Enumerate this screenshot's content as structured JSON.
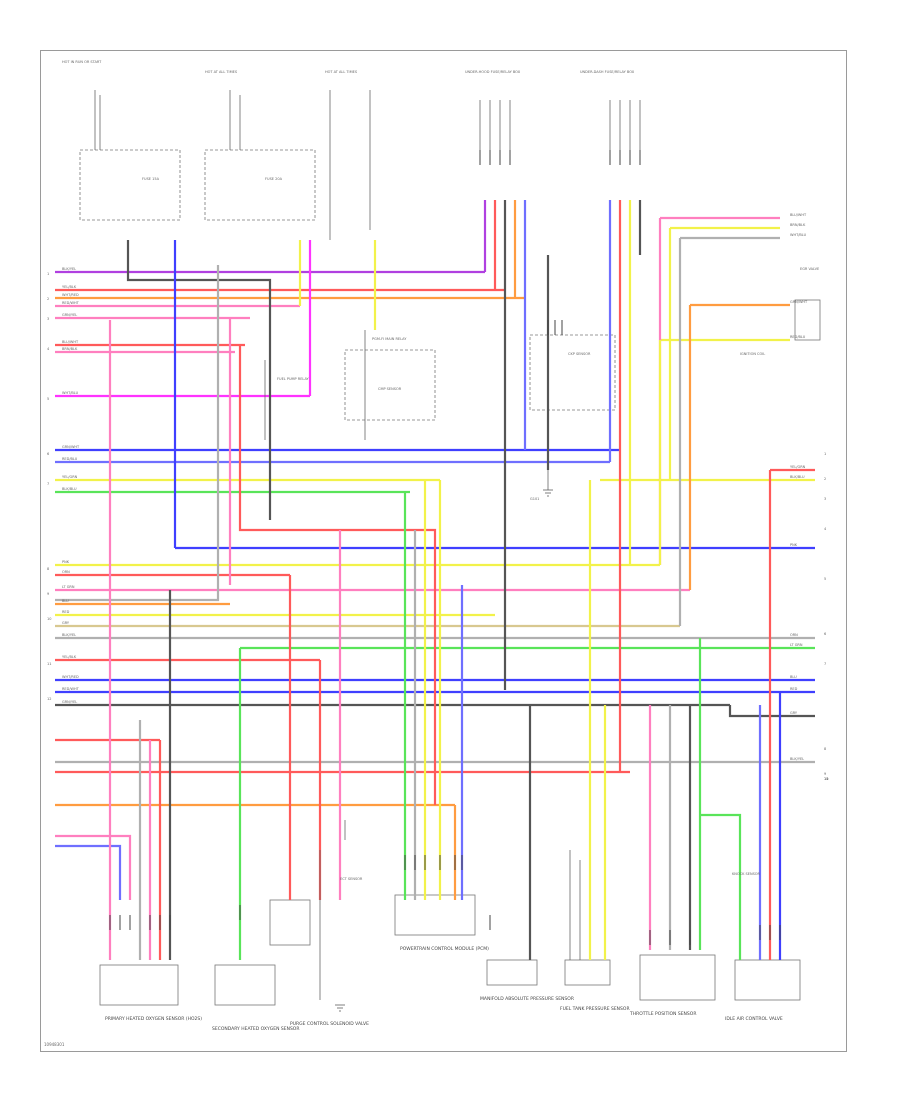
{
  "footer_code": "10948301",
  "top_labels": [
    "HOT IN RUN OR START",
    "HOT AT ALL TIMES",
    "HOT AT ALL TIMES",
    "UNDER-HOOD FUSE/RELAY BOX",
    "UNDER-DASH FUSE/RELAY BOX"
  ],
  "component_labels": {
    "fuse_a": "FUSE 15A",
    "fuse_b": "FUSE 20A",
    "relay_main": "PGM-FI MAIN RELAY",
    "relay_fuel": "FUEL PUMP RELAY",
    "ckp_sensor": "CKP SENSOR",
    "cmp_sensor": "CMP SENSOR",
    "egr_valve": "EGR VALVE",
    "ignition_coil": "IGNITION COIL",
    "ect_sensor": "ECT SENSOR",
    "knock_sensor": "KNOCK SENSOR",
    "ground": "G101"
  },
  "bottom_labels": [
    "PRIMARY HEATED OXYGEN SENSOR (HO2S)",
    "SECONDARY HEATED OXYGEN SENSOR",
    "PURGE CONTROL SOLENOID VALVE",
    "POWERTRAIN CONTROL MODULE (PCM)",
    "MANIFOLD ABSOLUTE PRESSURE SENSOR",
    "FUEL TANK PRESSURE SENSOR",
    "THROTTLE POSITION SENSOR",
    "IDLE AIR CONTROL VALVE"
  ],
  "wire_labels": [
    "BLK/YEL",
    "YEL/BLK",
    "WHT/RED",
    "RED/WHT",
    "GRN/YEL",
    "BLU/WHT",
    "BRN/BLK",
    "WHT/BLU",
    "GRN/WHT",
    "RED/BLU",
    "YEL/GRN",
    "BLK/BLU",
    "PNK",
    "ORN",
    "LT GRN",
    "BLU",
    "RED",
    "GRY"
  ],
  "side_numbers": [
    "1",
    "2",
    "3",
    "4",
    "5",
    "6",
    "7",
    "8",
    "9",
    "10",
    "11",
    "12"
  ],
  "colors": {
    "red": "#ff5a5a",
    "pink": "#ff7fbf",
    "orange": "#ff9c40",
    "yellow": "#f2f24a",
    "green": "#59e459",
    "blue": "#3f3fff",
    "purple": "#b040e0",
    "magenta": "#ff33ff",
    "black": "#555555",
    "gray": "#b0b0b0",
    "tan": "#d8c890"
  }
}
